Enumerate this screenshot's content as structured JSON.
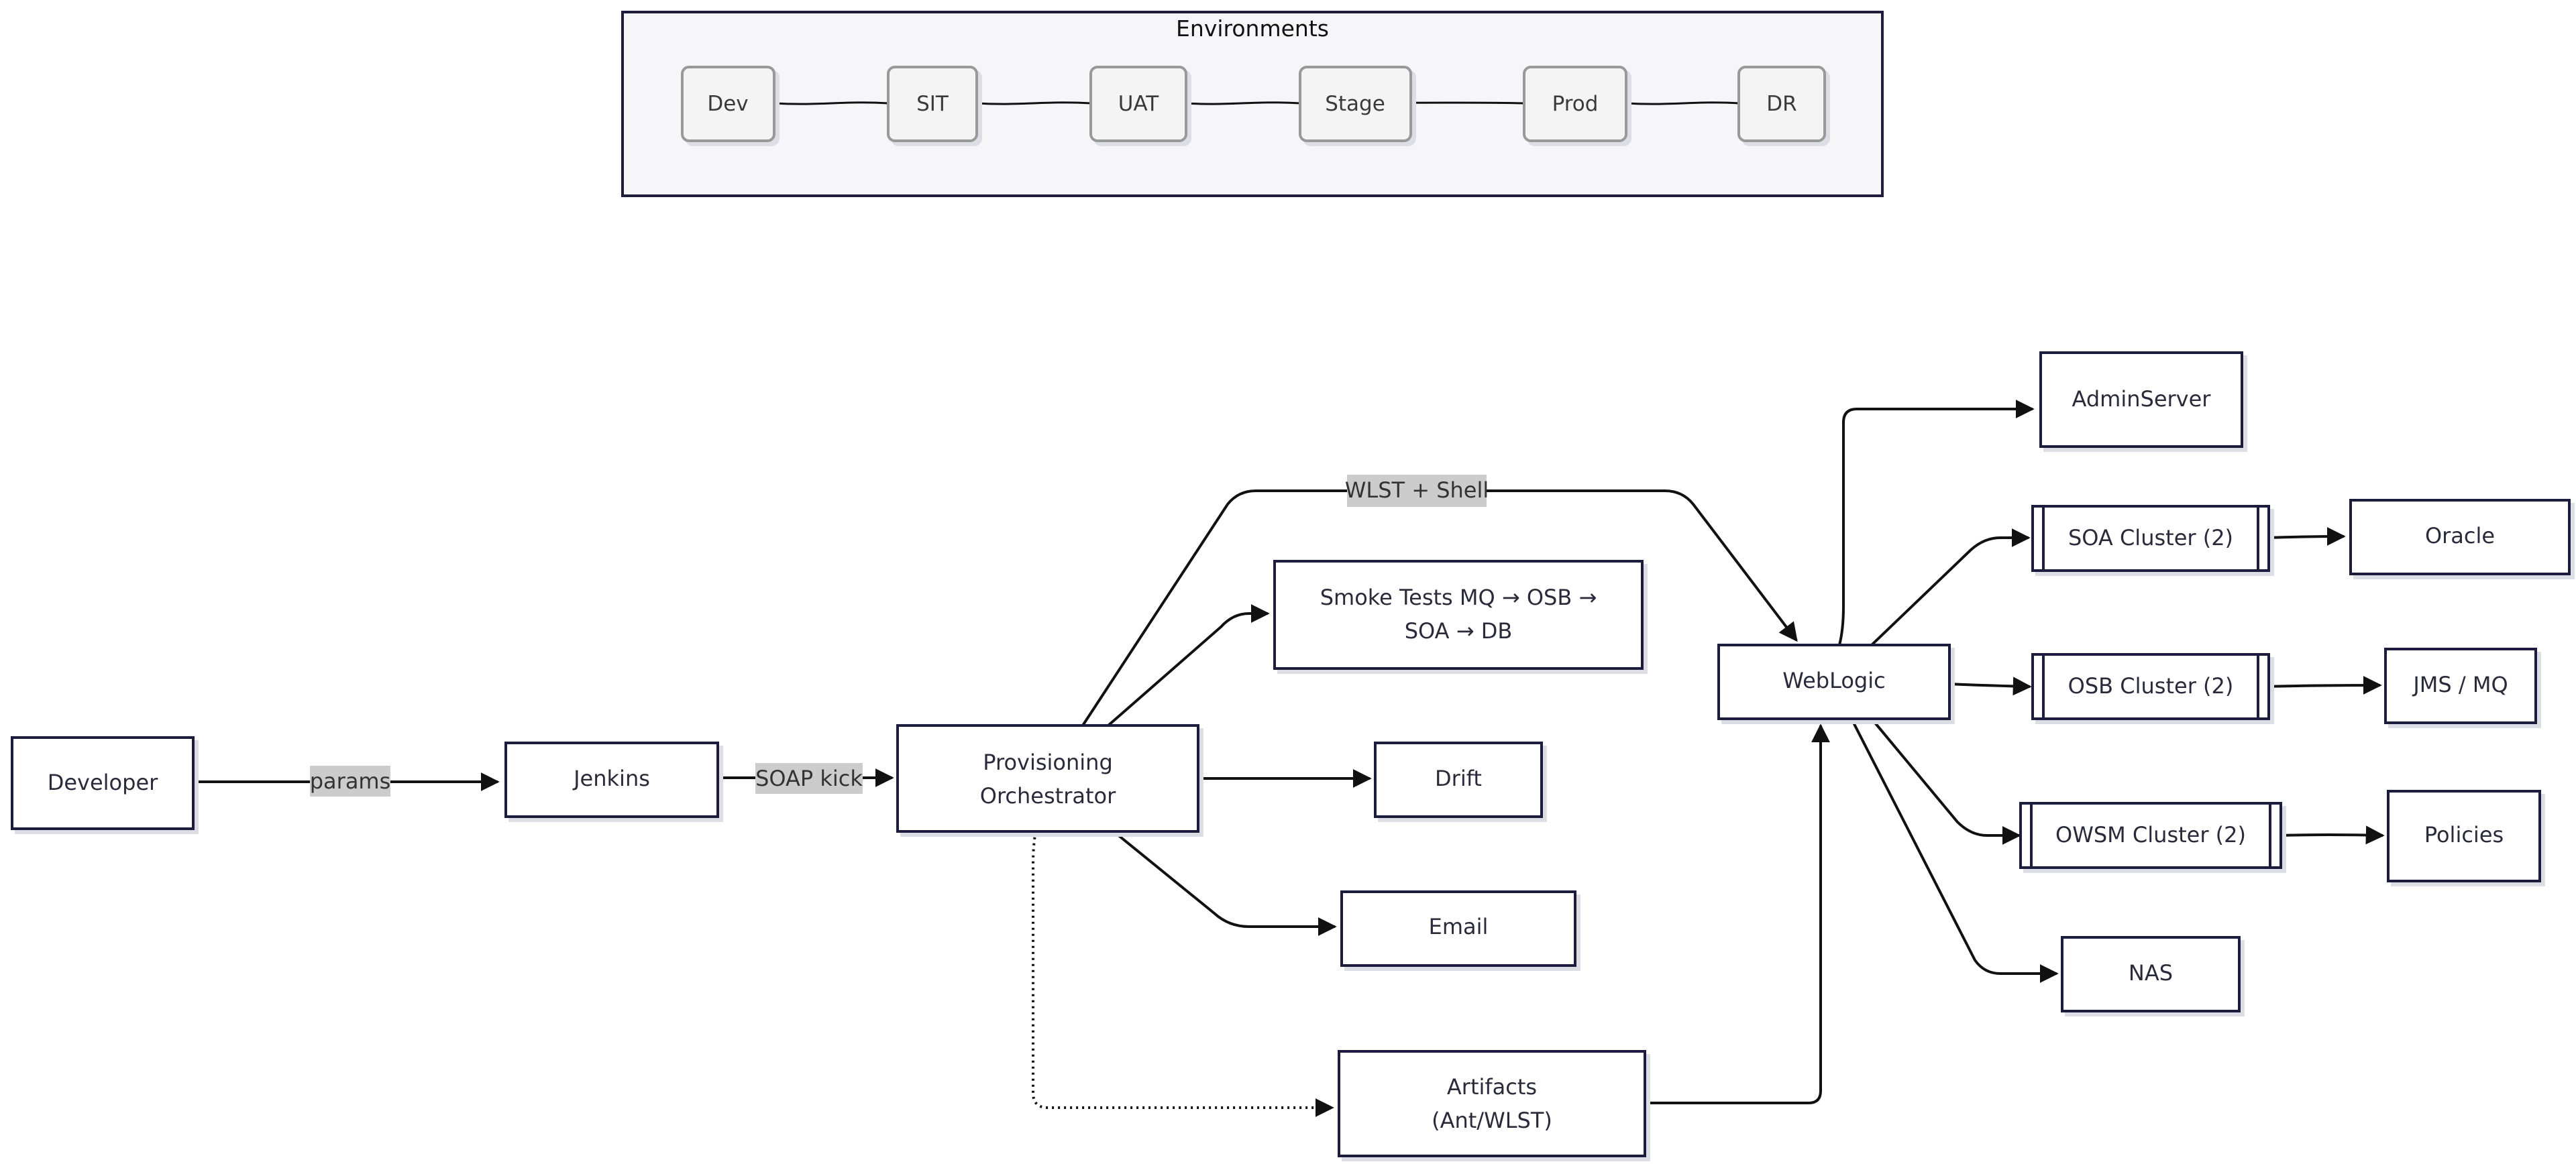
{
  "environments": {
    "title": "Environments",
    "items": [
      "Dev",
      "SIT",
      "UAT",
      "Stage",
      "Prod",
      "DR"
    ]
  },
  "nodes": {
    "developer": "Developer",
    "jenkins": "Jenkins",
    "orchestrator_line1": "Provisioning",
    "orchestrator_line2": "Orchestrator",
    "smoke_line1": "Smoke Tests MQ → OSB →",
    "smoke_line2": "SOA → DB",
    "drift": "Drift",
    "email": "Email",
    "artifacts_line1": "Artifacts",
    "artifacts_line2": "(Ant/WLST)",
    "weblogic": "WebLogic",
    "adminserver": "AdminServer",
    "soa_cluster": "SOA Cluster (2)",
    "osb_cluster": "OSB Cluster (2)",
    "owsm_cluster": "OWSM Cluster (2)",
    "nas": "NAS",
    "oracle": "Oracle",
    "jms_mq": "JMS / MQ",
    "policies": "Policies"
  },
  "edges": {
    "params": "params",
    "soap_kick": "SOAP kick",
    "wlst_shell": "WLST + Shell"
  },
  "colors": {
    "node_fill": "#ffffff",
    "node_stroke": "#1f1d3d",
    "env_group_fill": "#f6f6f9",
    "env_node_fill": "#f4f4f4",
    "env_node_stroke": "#999999",
    "edge_label_bg": "#cccccc",
    "edge": "#111111"
  }
}
